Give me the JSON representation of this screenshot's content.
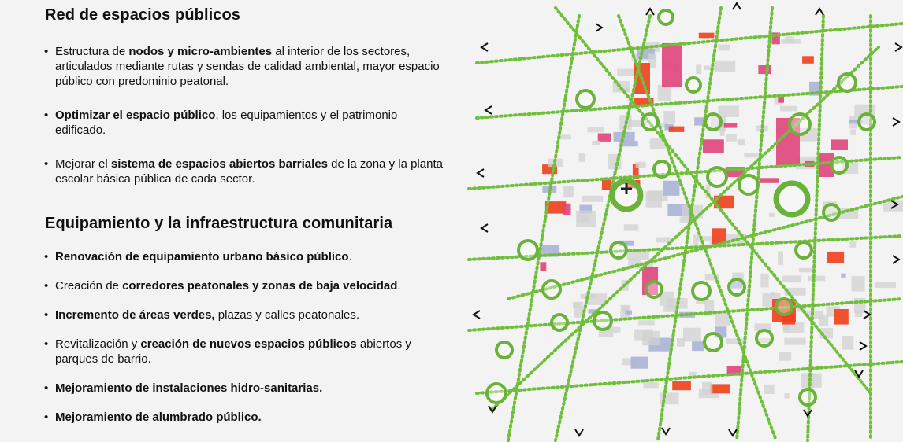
{
  "section1": {
    "title": "Red de espacios públicos",
    "bullets": [
      [
        {
          "t": "Estructura de ",
          "b": false
        },
        {
          "t": "nodos y micro-ambientes",
          "b": true
        },
        {
          "t": " al interior de los sectores, articulados mediante rutas y sendas de calidad ambiental, mayor espacio público con predominio peatonal.",
          "b": false
        }
      ],
      [
        {
          "t": "Optimizar el espacio público",
          "b": true
        },
        {
          "t": ", los equipamientos y el patrimonio edificado.",
          "b": false
        }
      ],
      [
        {
          "t": "Mejorar el ",
          "b": false
        },
        {
          "t": "sistema de espacios abiertos barriales",
          "b": true
        },
        {
          "t": " de la zona y la planta escolar básica pública de cada sector.",
          "b": false
        }
      ]
    ]
  },
  "section2": {
    "title": "Equipamiento y la infraestructura comunitaria",
    "bullets": [
      [
        {
          "t": "Renovación de equipamiento urbano básico público",
          "b": true
        },
        {
          "t": ".",
          "b": false
        }
      ],
      [
        {
          "t": "Creación de ",
          "b": false
        },
        {
          "t": "corredores peatonales y zonas de baja velocidad",
          "b": true
        },
        {
          "t": ".",
          "b": false
        }
      ],
      [
        {
          "t": "Incremento de áreas verdes,",
          "b": true
        },
        {
          "t": " plazas y calles peatonales.",
          "b": false
        }
      ],
      [
        {
          "t": "Revitalización y ",
          "b": false
        },
        {
          "t": "creación de nuevos espacios públicos",
          "b": true
        },
        {
          "t": " abiertos y parques de barrio.",
          "b": false
        }
      ],
      [
        {
          "t": "Mejoramiento de instalaciones hidro-sanitarias.",
          "b": true
        }
      ],
      [
        {
          "t": "Mejoramiento de alumbrado público.",
          "b": true
        }
      ]
    ]
  },
  "map": {
    "colors": {
      "route": "#6fbf3b",
      "node": "#6ab23a",
      "equipment": "#f0401c",
      "heritage": "#e0457b",
      "school": "#aab4d6",
      "block": "#d2d2d2"
    }
  }
}
